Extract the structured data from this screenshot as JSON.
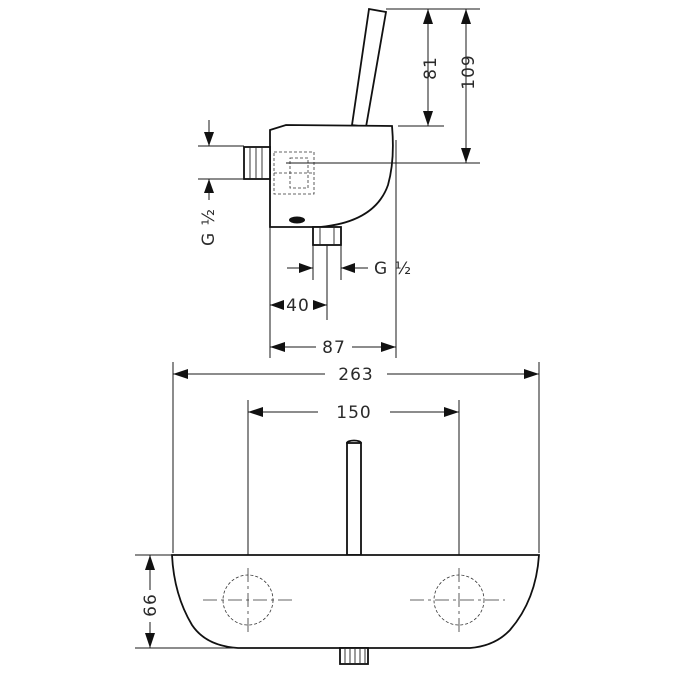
{
  "dimensions": {
    "handle_height": "81",
    "total_height": "109",
    "thread_left": "G ½",
    "thread_bottom": "G ½",
    "outlet_offset": "40",
    "depth": "87",
    "overall_width": "263",
    "center_distance": "150",
    "body_height": "66"
  }
}
